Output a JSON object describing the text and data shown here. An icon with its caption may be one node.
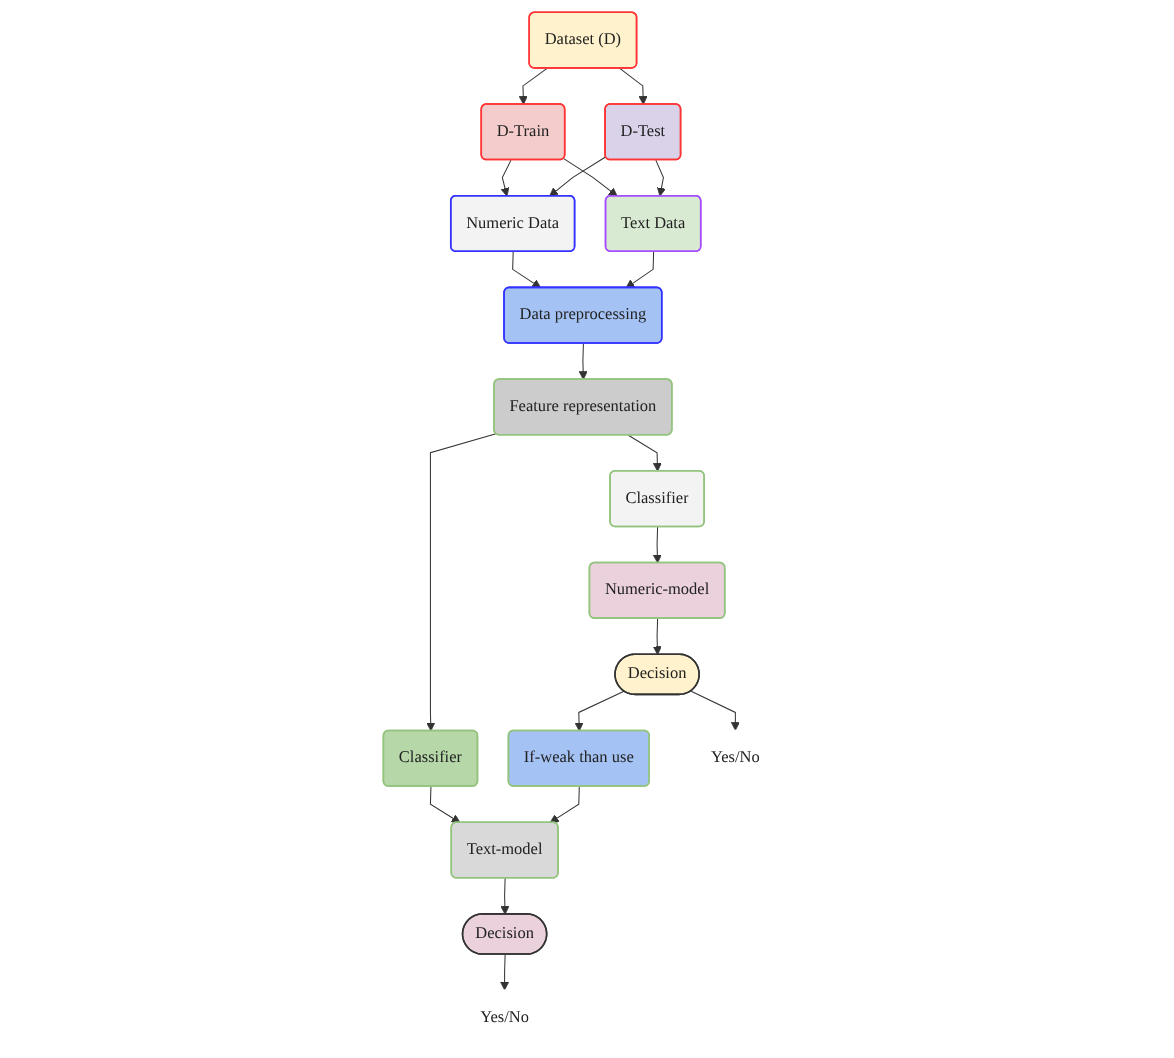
{
  "diagram": {
    "nodes": [
      {
        "text": [
          "Dataset (D)"
        ]
      },
      {
        "text": [
          "D-Train"
        ]
      },
      {
        "text": [
          "D-Test"
        ]
      },
      {
        "text": [
          "Numeric Data"
        ]
      },
      {
        "text": [
          "Data preprocessing"
        ]
      },
      {
        "text": [
          "Text Data"
        ]
      },
      {
        "text": [
          "Classifier"
        ]
      },
      {
        "text": [
          "Feature representation"
        ]
      },
      {
        "text": [
          "Classifier"
        ]
      },
      {
        "text": [
          "Numeric-model"
        ]
      },
      {
        "text": [
          "If-weak than use"
        ]
      },
      {
        "text": [
          "Text-model"
        ]
      },
      {
        "text": [
          "Decision"
        ]
      },
      {
        "text": [
          "Decision"
        ]
      },
      {
        "text": [
          "Yes/No"
        ]
      },
      {
        "text": [
          "Yes/No"
        ]
      }
    ],
    "edges": [
      {
        "from": 0,
        "to": 1,
        "arrow": "to"
      },
      {
        "from": 0,
        "to": 2,
        "arrow": "to"
      },
      {
        "from": 1,
        "to": 3,
        "arrow": "to"
      },
      {
        "from": 1,
        "to": 5,
        "arrow": "to"
      },
      {
        "from": 2,
        "to": 3,
        "arrow": "to"
      },
      {
        "from": 2,
        "to": 5,
        "arrow": "to"
      },
      {
        "from": 3,
        "to": 4,
        "arrow": "to"
      },
      {
        "from": 5,
        "to": 4,
        "arrow": "to"
      },
      {
        "from": 4,
        "to": 7,
        "arrow": "to"
      },
      {
        "from": 7,
        "to": 6,
        "arrow": "to"
      },
      {
        "from": 7,
        "to": 8,
        "arrow": "to"
      },
      {
        "from": 6,
        "to": 9,
        "arrow": "to"
      },
      {
        "from": 8,
        "to": 11,
        "arrow": "to"
      },
      {
        "from": 9,
        "to": 12,
        "arrow": "to"
      },
      {
        "from": 11,
        "to": 13,
        "arrow": "to"
      },
      {
        "from": 12,
        "to": 10,
        "arrow": "to"
      },
      {
        "from": 10,
        "to": 11,
        "arrow": "to"
      },
      {
        "from": 12,
        "to": 14,
        "arrow": "to"
      },
      {
        "from": 13,
        "to": 15,
        "arrow": "to"
      }
    ]
  }
}
